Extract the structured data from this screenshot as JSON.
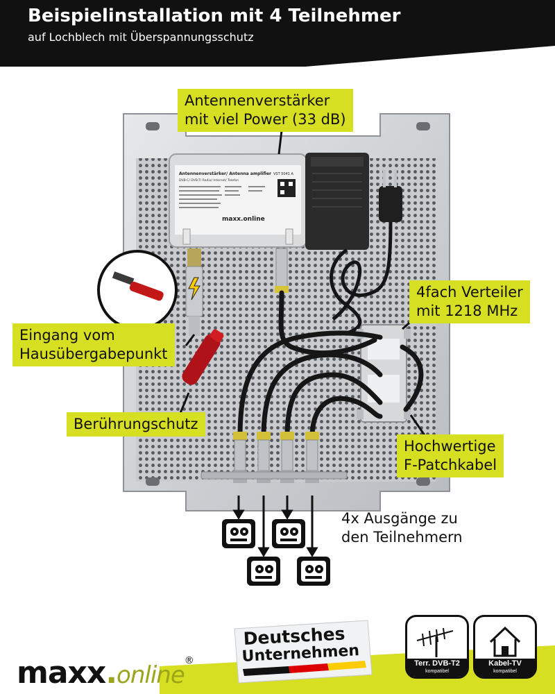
{
  "header": {
    "title": "Beispielinstallation mit 4 Teilnehmer",
    "subtitle": "auf Lochblech mit Überspannungsschutz"
  },
  "callouts": {
    "amplifier_line1": "Antennenverstärker",
    "amplifier_line2": "mit viel Power (33 dB)",
    "splitter_line1": "4fach Verteiler",
    "splitter_line2": "mit 1218 MHz",
    "input_line1": "Eingang vom",
    "input_line2": "Hausübergabepunkt",
    "protection": "Berührungschutz",
    "cable_line1": "Hochwertige",
    "cable_line2": "F-Patchkabel",
    "outputs_line1": "4x Ausgänge zu",
    "outputs_line2": "den Teilnehmern"
  },
  "device": {
    "amp_title": "Antennenverstärker/ Antenna amplifier",
    "amp_model": "VST 5041 A",
    "amp_sub": "DVB-C/ DVB-T/ Radio/ Internet/ Telefon",
    "amp_brand": "maxx.online"
  },
  "footer": {
    "brand_main": "maxx",
    "brand_dot": ".",
    "brand_online": "online",
    "brand_reg": "®",
    "de_line1": "Deutsches",
    "de_line2": "Unternehmen",
    "badge1_title": "Terr. DVB-T2",
    "badge1_sub": "kompatibel",
    "badge2_title": "Kabel-TV",
    "badge2_sub": "kompatibel"
  },
  "colors": {
    "accent": "#d7df23",
    "header_bg": "#111111",
    "flag_black": "#111111",
    "flag_red": "#dd0000",
    "flag_gold": "#ffcc00"
  }
}
